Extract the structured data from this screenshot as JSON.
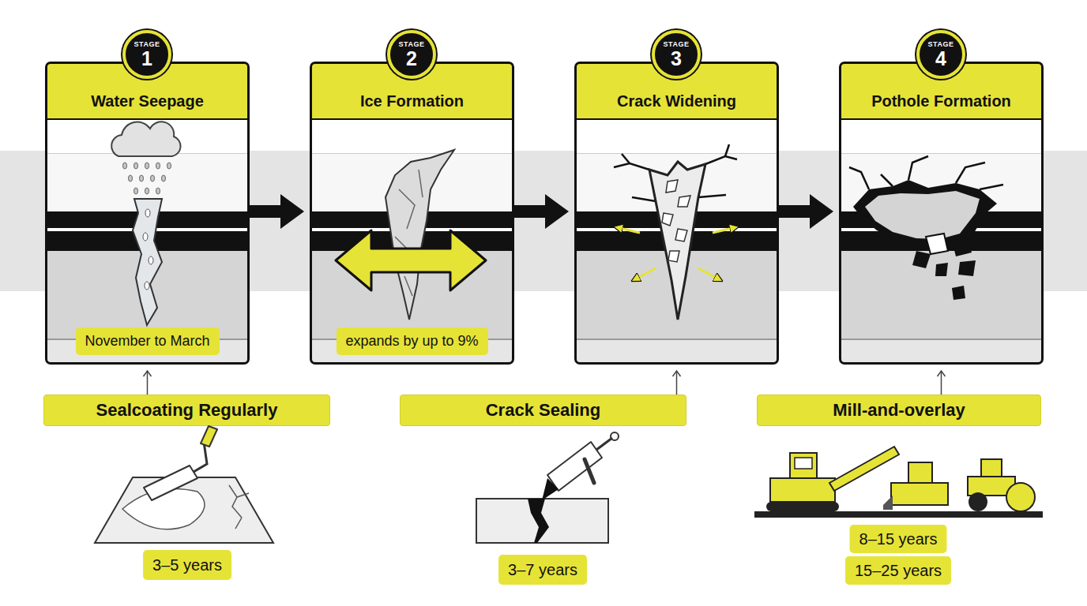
{
  "diagram": {
    "nodes": [
      {
        "text": [
          "Water Seepage"
        ]
      },
      {
        "text": [
          "STAGE",
          "1"
        ],
        "in": 0
      },
      {
        "text": [
          "November to March"
        ],
        "in": 0
      },
      {
        "text": [
          "Ice Formation"
        ]
      },
      {
        "text": [
          "STAGE",
          "2"
        ],
        "in": 3
      },
      {
        "text": [
          "expands by up to 9%"
        ],
        "in": 3
      },
      {
        "text": [
          "Crack Widening"
        ]
      },
      {
        "text": [
          "STAGE",
          "3"
        ],
        "in": 6
      },
      {
        "text": [
          "Pothole Formation"
        ]
      },
      {
        "text": [
          "STAGE",
          "4"
        ],
        "in": 8
      },
      {
        "text": [
          "Sealcoating Regularly"
        ]
      },
      {
        "text": [
          "Crack Sealing"
        ]
      },
      {
        "text": [
          "Mill-and-overlay"
        ]
      },
      {
        "text": [
          "3–5 years"
        ]
      },
      {
        "text": [
          "3–7 years"
        ]
      },
      {
        "text": [
          "8–15 years"
        ]
      },
      {
        "text": [
          "15–25 years"
        ]
      }
    ],
    "edges": [
      {
        "from": 0,
        "to": 3,
        "arrow": "to"
      },
      {
        "from": 3,
        "to": 6,
        "arrow": "to"
      },
      {
        "from": 6,
        "to": 8,
        "arrow": "to"
      },
      {
        "from": 10,
        "to": 0,
        "arrow": "to"
      },
      {
        "from": 11,
        "to": 6,
        "arrow": "to"
      },
      {
        "from": 12,
        "to": 8,
        "arrow": "to"
      }
    ]
  }
}
